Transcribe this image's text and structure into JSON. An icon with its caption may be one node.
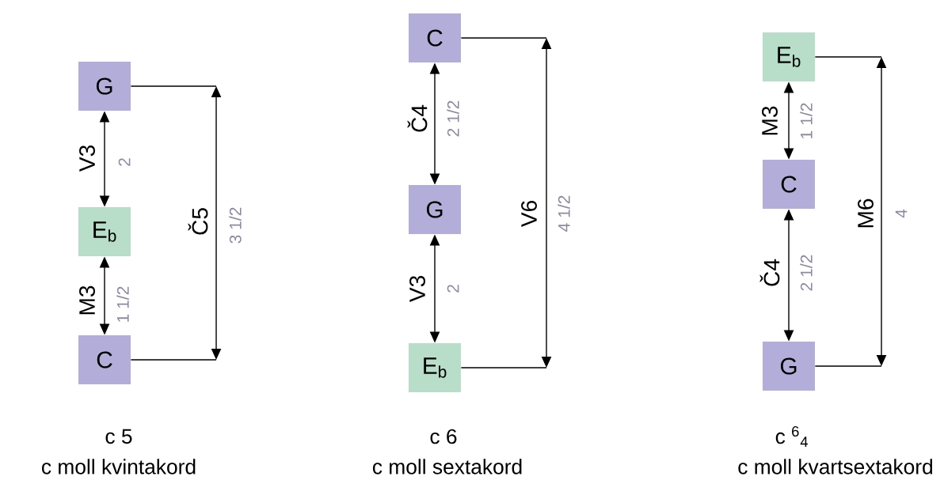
{
  "diagram": {
    "nodes": [
      {
        "text": [
          "G"
        ]
      },
      {
        "text": [
          "E$_{b}$"
        ]
      },
      {
        "text": [
          "C"
        ]
      },
      {
        "text": [
          "C"
        ]
      },
      {
        "text": [
          "G"
        ]
      },
      {
        "text": [
          "E$_{b}$"
        ]
      },
      {
        "text": [
          "E$_{b}$"
        ]
      },
      {
        "text": [
          "C"
        ]
      },
      {
        "text": [
          "G"
        ]
      }
    ],
    "edges": [
      {
        "from": 0,
        "to": 1,
        "arrow": "both",
        "label": "V3"
      },
      {
        "from": 1,
        "to": 2,
        "arrow": "both",
        "label": "M3"
      },
      {
        "from": 3,
        "to": 4,
        "arrow": "both",
        "label": "Č4"
      },
      {
        "from": 4,
        "to": 5,
        "arrow": "both",
        "label": "V3"
      },
      {
        "from": 6,
        "to": 7,
        "arrow": "both",
        "label": "M3"
      },
      {
        "from": 7,
        "to": 8,
        "arrow": "both",
        "label": "Č4"
      }
    ],
    "labels": [
      "2",
      "1 1/2",
      "Č5",
      "3 1/2",
      "2 1/2",
      "2",
      "V6",
      "4 1/2",
      "1 1/2",
      "2 1/2",
      "M6",
      "4",
      "c 5",
      "c moll kvintakord",
      "c 6",
      "c moll sextakord",
      "c $^{6}$$_{4}$",
      "c moll kvartsextakord"
    ]
  }
}
